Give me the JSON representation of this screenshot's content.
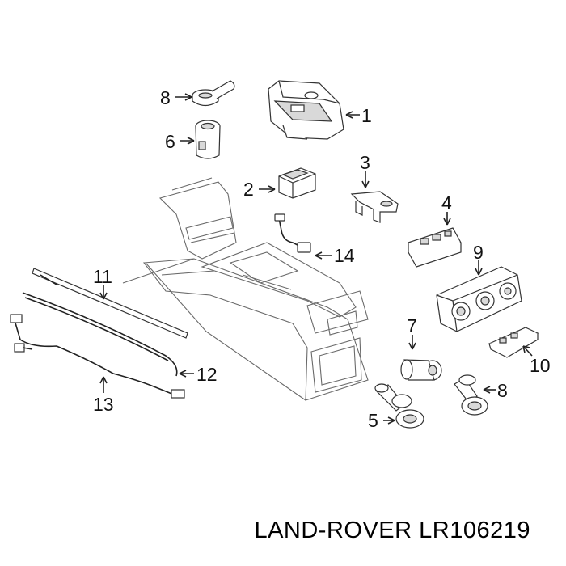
{
  "callouts": {
    "c1": "1",
    "c2": "2",
    "c3": "3",
    "c4": "4",
    "c5": "5",
    "c6": "6",
    "c7": "7",
    "c8a": "8",
    "c8b": "8",
    "c9": "9",
    "c10": "10",
    "c11": "11",
    "c12": "12",
    "c13": "13",
    "c14": "14"
  },
  "footer": {
    "brand": "LAND-ROVER",
    "part_number": "LR106219"
  }
}
